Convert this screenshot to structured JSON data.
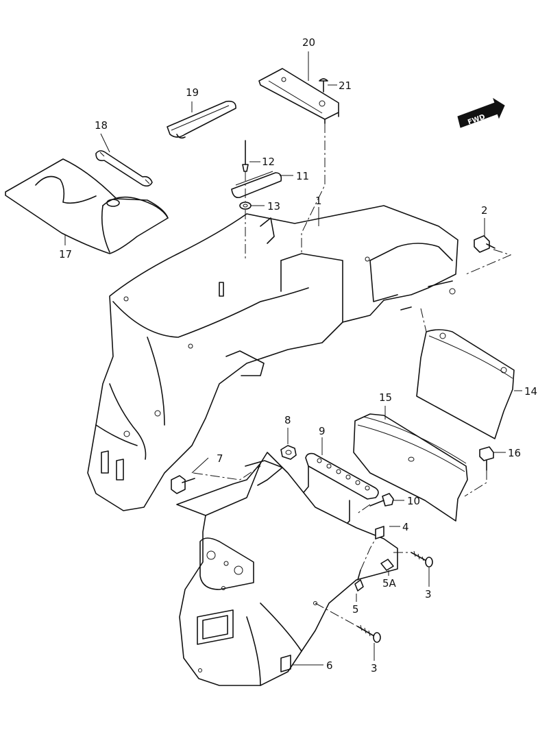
{
  "callouts": {
    "p1": "1",
    "p2": "2",
    "p3a": "3",
    "p3b": "3",
    "p4": "4",
    "p5": "5",
    "p5a": "5A",
    "p6": "6",
    "p7": "7",
    "p8": "8",
    "p9": "9",
    "p10": "10",
    "p11": "11",
    "p12": "12",
    "p13": "13",
    "p14": "14",
    "p15": "15",
    "p16": "16",
    "p17": "17",
    "p18": "18",
    "p19": "19",
    "p20": "20",
    "p21": "21"
  },
  "direction_marker": {
    "label": "FWD",
    "icon": "forward-arrow-icon"
  }
}
